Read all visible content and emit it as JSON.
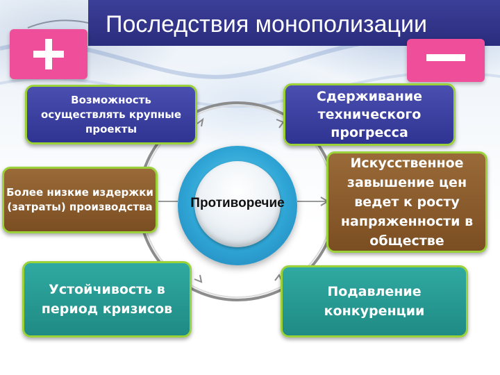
{
  "title": "Последствия монополизации",
  "badges": {
    "plus": "+",
    "minus": "−"
  },
  "center": {
    "label": "Противоречие"
  },
  "pros": [
    "Возможность осуществлять крупные проекты",
    "Более низкие издержки (затраты) производства",
    "Устойчивость в период кризисов"
  ],
  "cons": [
    "Сдерживание технического прогресса",
    "Искусственное завышение цен ведет к росту напряженности в обществе",
    "Подавление конкуренции"
  ],
  "colors": {
    "title_bar": "#2e318a",
    "badge": "#ef4f9a",
    "box_border": "#9bd23a",
    "navy_box": "#3a3e9f",
    "brown_box": "#8a5b2c",
    "teal_box": "#26998f",
    "hub": "#2fa6d6"
  }
}
